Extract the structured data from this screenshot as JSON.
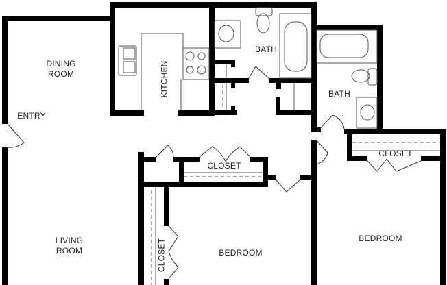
{
  "plan": {
    "rooms": {
      "dining": "DINING\nROOM",
      "dining_l1": "DINING",
      "dining_l2": "ROOM",
      "entry": "ENTRY",
      "kitchen": "KITCHEN",
      "bath1": "BATH",
      "bath2": "BATH",
      "closet_hall": "CLOSET",
      "closet_br2": "CLOSET",
      "closet_br1": "CLOSET",
      "living_l1": "LIVING",
      "living_l2": "ROOM",
      "bedroom1": "BEDROOM",
      "bedroom2": "BEDROOM"
    },
    "colors": {
      "wall": "#000000",
      "fixture": "#555555",
      "background": "#ffffff"
    }
  }
}
